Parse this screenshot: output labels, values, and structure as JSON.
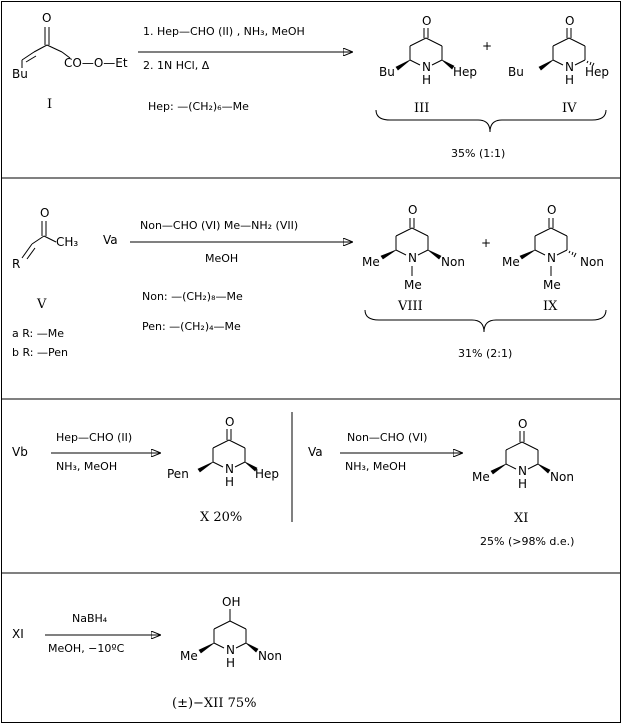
{
  "rxn1": {
    "compound_I_label": "I",
    "atoms_I": {
      "bu": "Bu",
      "ketone_o": "O",
      "ester": "CO—O—Et"
    },
    "step1": "1.  Hep—CHO  (II) ,  NH₃,   MeOH",
    "step2": "2.  1N HCl, Δ",
    "hep_def": "Hep: —(CH₂)₆—Me",
    "product_III_label": "III",
    "product_IV_label": "IV",
    "plus": "+",
    "yield": "35% (1:1)"
  },
  "rxn2": {
    "compound_V_label": "V",
    "atoms_V": {
      "o": "O",
      "ch3": "CH₃",
      "r": "R"
    },
    "reactant_Va": "Va",
    "reagent_line": "Non—CHO  (VI)       Me—NH₂   (VII)",
    "solvent": "MeOH",
    "variant_a": "a  R:  —Me",
    "variant_b": "b  R:  —Pen",
    "non_def": "Non:  —(CH₂)₈—Me",
    "pen_def": "Pen:  —(CH₂)₄—Me",
    "product_VIII_label": "VIII",
    "product_IX_label": "IX",
    "plus": "+",
    "yield": "31% (2:1)"
  },
  "rxn3": {
    "reactant_Vb": "Vb",
    "reagent_top": "Hep—CHO  (II)",
    "reagent_bottom": "NH₃,    MeOH",
    "product_X_caption": "X    20%"
  },
  "rxn4": {
    "reactant_Va": "Va",
    "reagent_top": "Non—CHO  (VI)",
    "reagent_bottom": "NH₃,    MeOH",
    "product_XI_label": "XI",
    "yield": "25% (>98% d.e.)"
  },
  "rxn5": {
    "reactant_XI": "XI",
    "reagent_top": "NaBH₄",
    "reagent_bottom": "MeOH,    −10ºC",
    "product_caption": "(±)−XII   75%"
  },
  "atoms": {
    "o": "O",
    "oh": "OH",
    "nh": "N",
    "h": "H",
    "me": "Me",
    "bu": "Bu",
    "hep": "Hep",
    "non": "Non",
    "pen": "Pen"
  }
}
